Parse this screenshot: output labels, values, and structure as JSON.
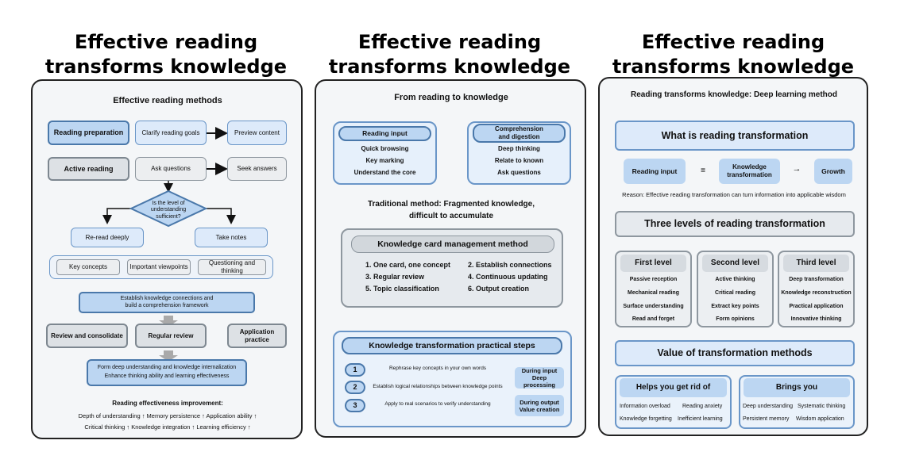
{
  "title": "Effective reading transforms knowledge",
  "panel1": {
    "header": "Effective reading methods",
    "reading_preparation": "Reading preparation",
    "clarify_goals": "Clarify reading goals",
    "preview_content": "Preview content",
    "active_reading": "Active reading",
    "ask_questions": "Ask questions",
    "seek_answers": "Seek answers",
    "decision": "Is the level of understanding sufficient?",
    "reread": "Re-read deeply",
    "take_notes": "Take notes",
    "key_concepts": "Key concepts",
    "important_viewpoints": "Important viewpoints",
    "questioning": "Questioning and thinking",
    "connections": "Establish knowledge connections and build a comprehension framework",
    "review_consolidate": "Review and consolidate",
    "regular_review": "Regular review",
    "application_practice": "Application practice",
    "deep_understanding": "Form deep understanding and knowledge internalization Enhance thinking ability and learning effectiveness",
    "improvement_title": "Reading effectiveness improvement:",
    "improvement_line1": "Depth of understanding ↑ Memory persistence ↑ Application ability ↑",
    "improvement_line2": "Critical thinking ↑ Knowledge integration ↑ Learning efficiency ↑"
  },
  "panel2": {
    "header": "From reading to knowledge",
    "input_title": "Reading input",
    "input_items": [
      "Quick browsing",
      "Key marking",
      "Understand the core"
    ],
    "comp_title": "Comprehension and digestion",
    "comp_items": [
      "Deep thinking",
      "Relate to known",
      "Ask questions"
    ],
    "traditional_line1": "Traditional method: Fragmented knowledge,",
    "traditional_line2": "difficult to accumulate",
    "card_title": "Knowledge card management method",
    "card_left": [
      "1. One card, one concept",
      "3. Regular review",
      "5. Topic classification"
    ],
    "card_right": [
      "2. Establish connections",
      "4. Continuous updating",
      "6. Output creation"
    ],
    "steps_title": "Knowledge transformation practical steps",
    "steps": [
      {
        "num": "1",
        "text": "Rephrase key concepts in your own words"
      },
      {
        "num": "2",
        "text": "Establish logical relationships between knowledge points"
      },
      {
        "num": "3",
        "text": "Apply to real scenarios to verify understanding"
      }
    ],
    "during_input": "During input Deep processing",
    "during_output": "During output Value creation"
  },
  "panel3": {
    "header": "Reading transforms knowledge: Deep learning method",
    "what_title": "What is reading transformation",
    "eq_input": "Reading input",
    "eq_equals": "=",
    "eq_transform": "Knowledge transformation",
    "eq_arrow": "→",
    "eq_growth": "Growth",
    "reason": "Reason: Effective reading transformation can turn information into applicable wisdom",
    "levels_title": "Three levels of reading transformation",
    "levels": [
      {
        "title": "First level",
        "items": [
          "Passive reception",
          "Mechanical reading",
          "Surface understanding",
          "Read and forget"
        ]
      },
      {
        "title": "Second level",
        "items": [
          "Active thinking",
          "Critical reading",
          "Extract key points",
          "Form opinions"
        ]
      },
      {
        "title": "Third level",
        "items": [
          "Deep transformation",
          "Knowledge reconstruction",
          "Practical application",
          "Innovative thinking"
        ]
      }
    ],
    "value_title": "Value of transformation methods",
    "rid_title": "Helps you get rid of",
    "rid_row1": [
      "Information overload",
      "Reading anxiety"
    ],
    "rid_row2": [
      "Knowledge forgetting",
      "Inefficient learning"
    ],
    "brings_title": "Brings you",
    "brings_row1": [
      "Deep understanding",
      "Systematic thinking"
    ],
    "brings_row2": [
      "Persistent memory",
      "Wisdom application"
    ]
  }
}
